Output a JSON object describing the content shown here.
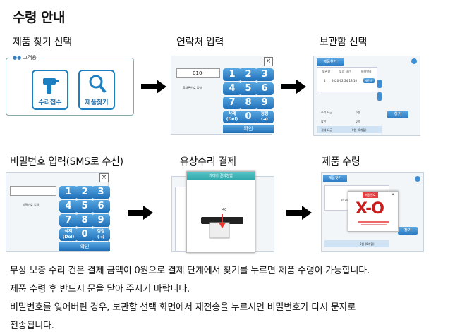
{
  "page_title": "수령 안내",
  "steps": [
    {
      "label": "제품 찾기 선택"
    },
    {
      "label": "연락처 입력"
    },
    {
      "label": "보관함 선택"
    },
    {
      "label": "비밀번호 입력(SMS로 수신)"
    },
    {
      "label": "유상수리 결제"
    },
    {
      "label": "제품 수령"
    }
  ],
  "screen1": {
    "group_label": "고객용",
    "repair_button": "수리접수",
    "find_button": "제품찾기"
  },
  "screen2": {
    "phone_value": "010-",
    "prompt": "휴대폰번호 입력",
    "keys": [
      "1",
      "2",
      "3",
      "4",
      "5",
      "6",
      "7",
      "8",
      "9"
    ],
    "delete_key": "삭제\n(Del)",
    "zero_key": "0",
    "clear_key": "정정\n(◄)",
    "confirm": "확인",
    "close": "×"
  },
  "screen3": {
    "header": "제품찾기",
    "columns": [
      "보관함",
      "투입 시간",
      "비밀번호"
    ],
    "row": {
      "no": "1",
      "time": "2020-02-24 13:10",
      "action": "재전송"
    },
    "fields": [
      {
        "label": "수리 요금",
        "value": "0원"
      },
      {
        "label": "할인",
        "value": "0원"
      },
      {
        "label": "결제 요금",
        "value": "0원 (0개월)"
      }
    ],
    "button": "찾기"
  },
  "screen4": {
    "prompt": "비밀번호 입력",
    "confirm": "확인",
    "close": "×"
  },
  "screen5": {
    "header": "케이비 결제방법",
    "amount": "40"
  },
  "screen6": {
    "header": "제품찾기",
    "popup_title": "비밀번호",
    "row_time": "2020-02-24 13:10",
    "door_text": "X-O",
    "button": "찾기",
    "payment_value": "0원 (0개월)"
  },
  "info_lines": [
    "무상 보증 수리 건은 결제 금액이 0원으로 결제 단계에서 찾기를 누르면 제품 수령이 가능합니다.",
    "제품 수령 후 반드시 문을 닫아 주시기 바랍니다.",
    "비밀번호를 잊어버린 경우, 보관함 선택 화면에서 재전송을 누르시면 비밀번호가 다시 문자로",
    "전송됩니다."
  ],
  "colors": {
    "accent": "#2e7fc6",
    "arrow": "#000000"
  }
}
